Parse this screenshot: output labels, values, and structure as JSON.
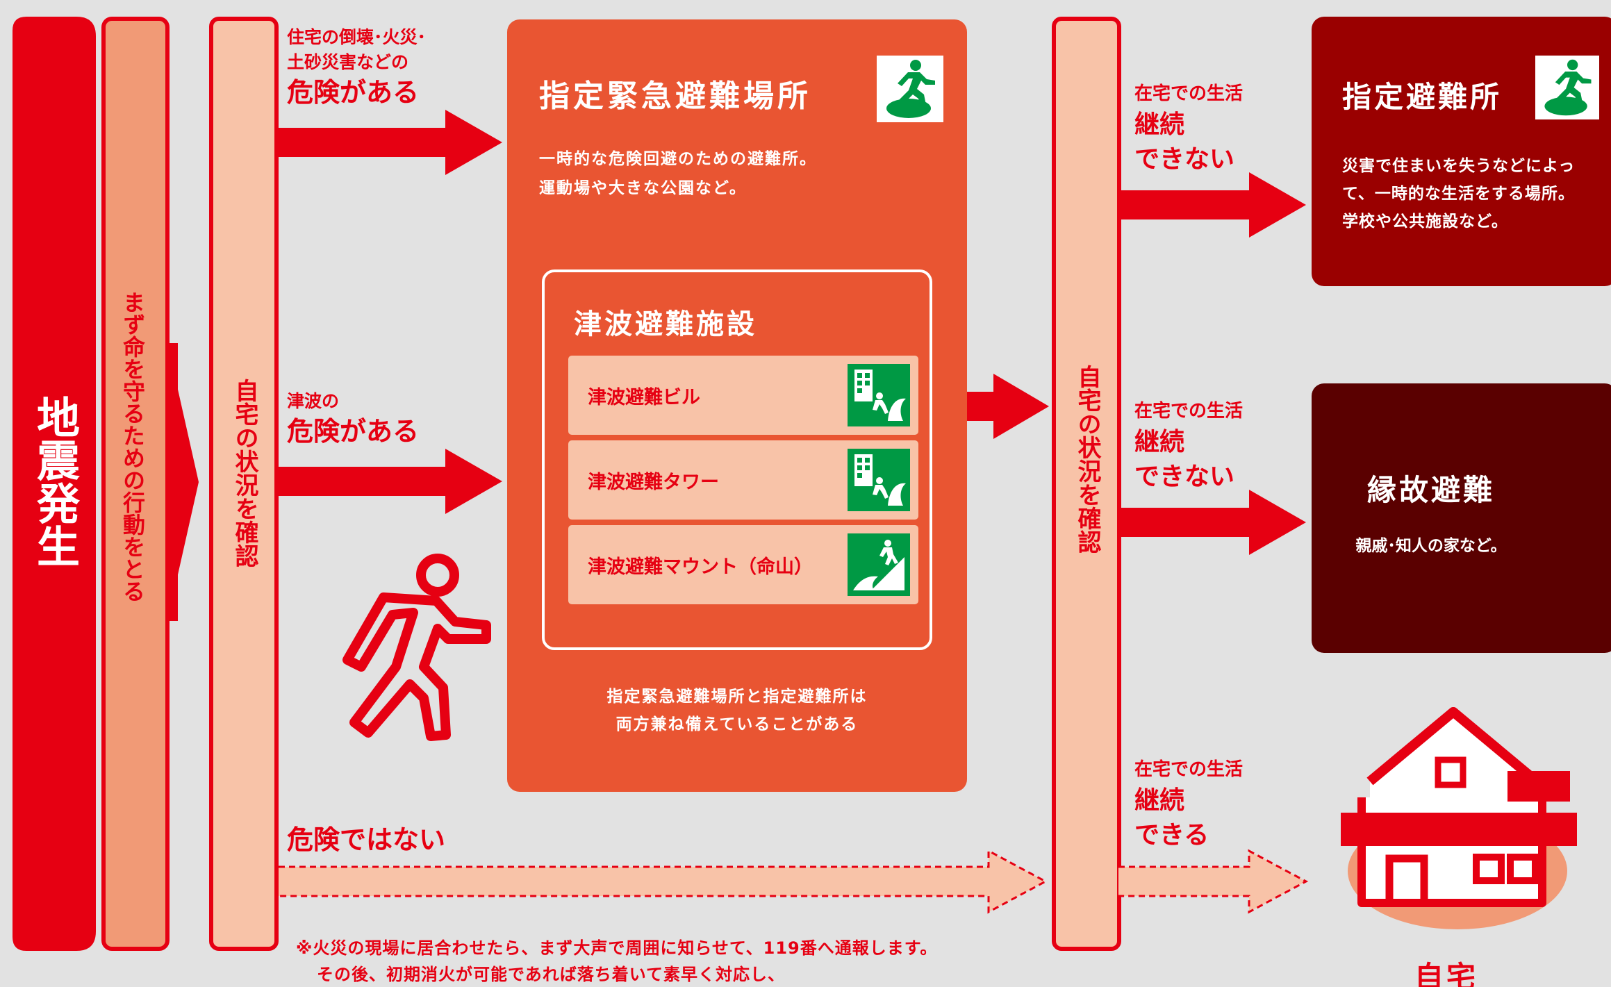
{
  "colors": {
    "red": "#e60012",
    "salmon": "#f19a76",
    "light_salmon": "#f8c3a8",
    "orange": "#e95532",
    "dark_red": "#9a0000",
    "darkest_red": "#5a0000",
    "green": "#009944",
    "background": "#e2e2e2"
  },
  "col1": {
    "label": "地震発生"
  },
  "col2": {
    "label": "まず命を守るための行動をとる"
  },
  "col3": {
    "label": "自宅の状況を確認"
  },
  "col4": {
    "label": "自宅の状況を確認"
  },
  "conditions": {
    "danger1_line1": "住宅の倒壊･火災･",
    "danger1_line2": "土砂災害などの",
    "danger1_emph": "危険がある",
    "danger2_line1": "津波の",
    "danger2_emph": "危険がある",
    "safe_emph": "危険ではない"
  },
  "emergency_place": {
    "title": "指定緊急避難場所",
    "icon": "evacuation-running-person-icon",
    "desc_line1": "一時的な危険回避のための避難所。",
    "desc_line2": "運動場や大きな公園など。",
    "note_line1": "指定緊急避難場所と指定避難所は",
    "note_line2": "両方兼ね備えていることがある"
  },
  "tsunami": {
    "title": "津波避難施設",
    "items": [
      {
        "label": "津波避難ビル",
        "icon": "tsunami-building-icon"
      },
      {
        "label": "津波避難タワー",
        "icon": "tsunami-tower-icon"
      },
      {
        "label": "津波避難マウント（命山）",
        "icon": "tsunami-mound-icon"
      }
    ]
  },
  "outcomes": {
    "o1_line1": "在宅での生活",
    "o1_line2": "継続",
    "o1_line3": "できない",
    "o2_line1": "在宅での生活",
    "o2_line2": "継続",
    "o2_line3": "できない",
    "o3_line1": "在宅での生活",
    "o3_line2": "継続",
    "o3_line3": "できる"
  },
  "shelter": {
    "title": "指定避難所",
    "icon": "evacuation-running-person-icon",
    "desc_line1": "災害で住まいを失うなどによっ",
    "desc_line2": "て、一時的な生活をする場所。",
    "desc_line3": "学校や公共施設など。"
  },
  "relatives": {
    "title": "縁故避難",
    "desc": "親戚･知人の家など。"
  },
  "home": {
    "label": "自宅"
  },
  "footnote": {
    "line1": "※火災の現場に居合わせたら、まず大声で周囲に知らせて、119番へ通報します。",
    "line2": "その後、初期消火が可能であれば落ち着いて素早く対応し、"
  }
}
